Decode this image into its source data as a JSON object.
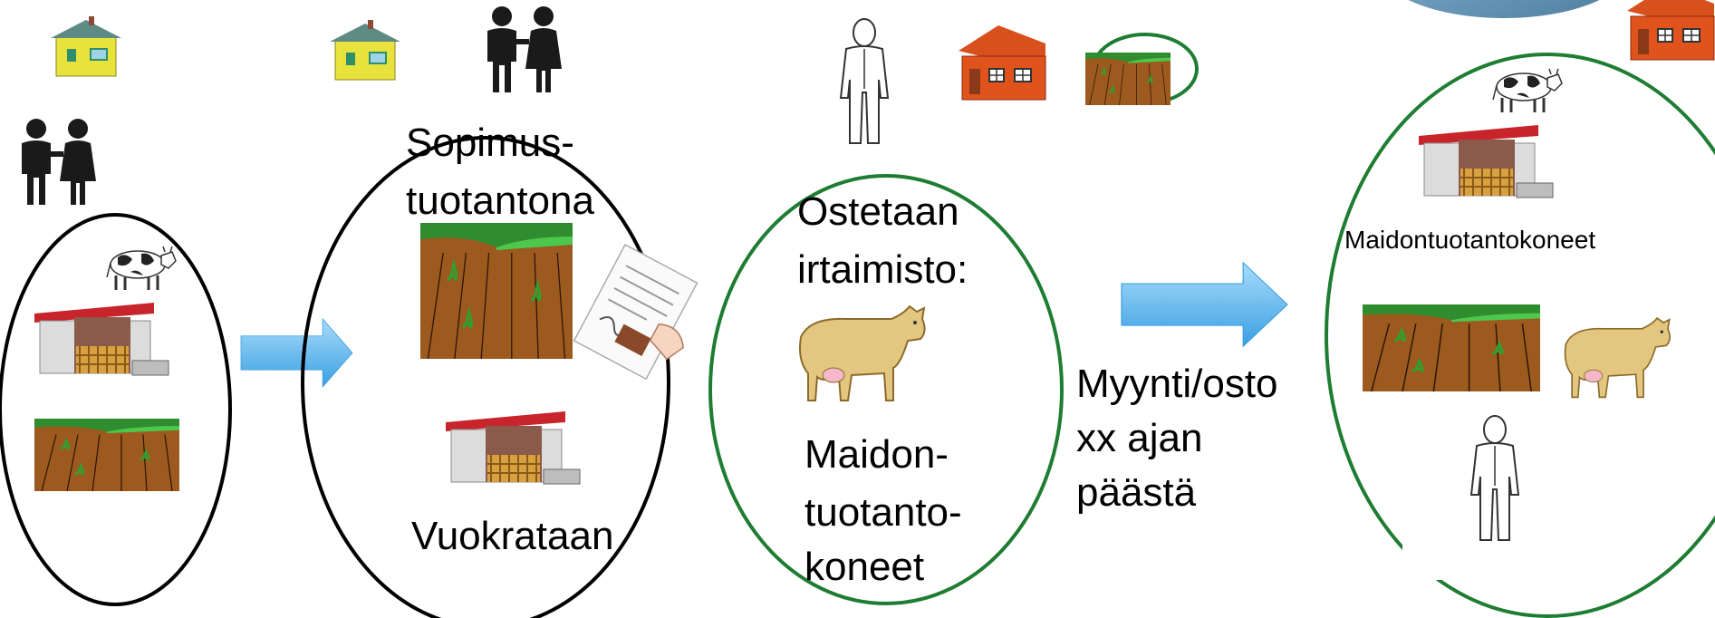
{
  "colors": {
    "ellipse_black": "#000000",
    "ellipse_green": "#1e7d32",
    "arrow_fill": "#5cb4ec",
    "soil": "#9c5a1e",
    "grass": "#2f8c2f",
    "house_yellow": "#e8e23c",
    "house_orange": "#e0531c"
  },
  "icons": [
    "house-icon",
    "couple-icon",
    "cow-icon",
    "barn-icon",
    "field-icon",
    "contract-stamp-icon",
    "man-icon",
    "brown-cow-icon",
    "orange-house-icon",
    "arrow-right-icon"
  ],
  "labels": {
    "contract_line1": "Sopimus-",
    "contract_line2": "tuotantona",
    "rent": "Vuokrataan",
    "buy_line1": "Ostetaan",
    "buy_line2": "irtaimisto:",
    "machines_line1": "Maidon-",
    "machines_line2": "tuotanto-",
    "machines_line3": "koneet",
    "sale_line1": "Myynti/osto",
    "sale_line2": "xx ajan",
    "sale_line3": "päästä",
    "final_machines": "Maidontuotantokoneet"
  }
}
